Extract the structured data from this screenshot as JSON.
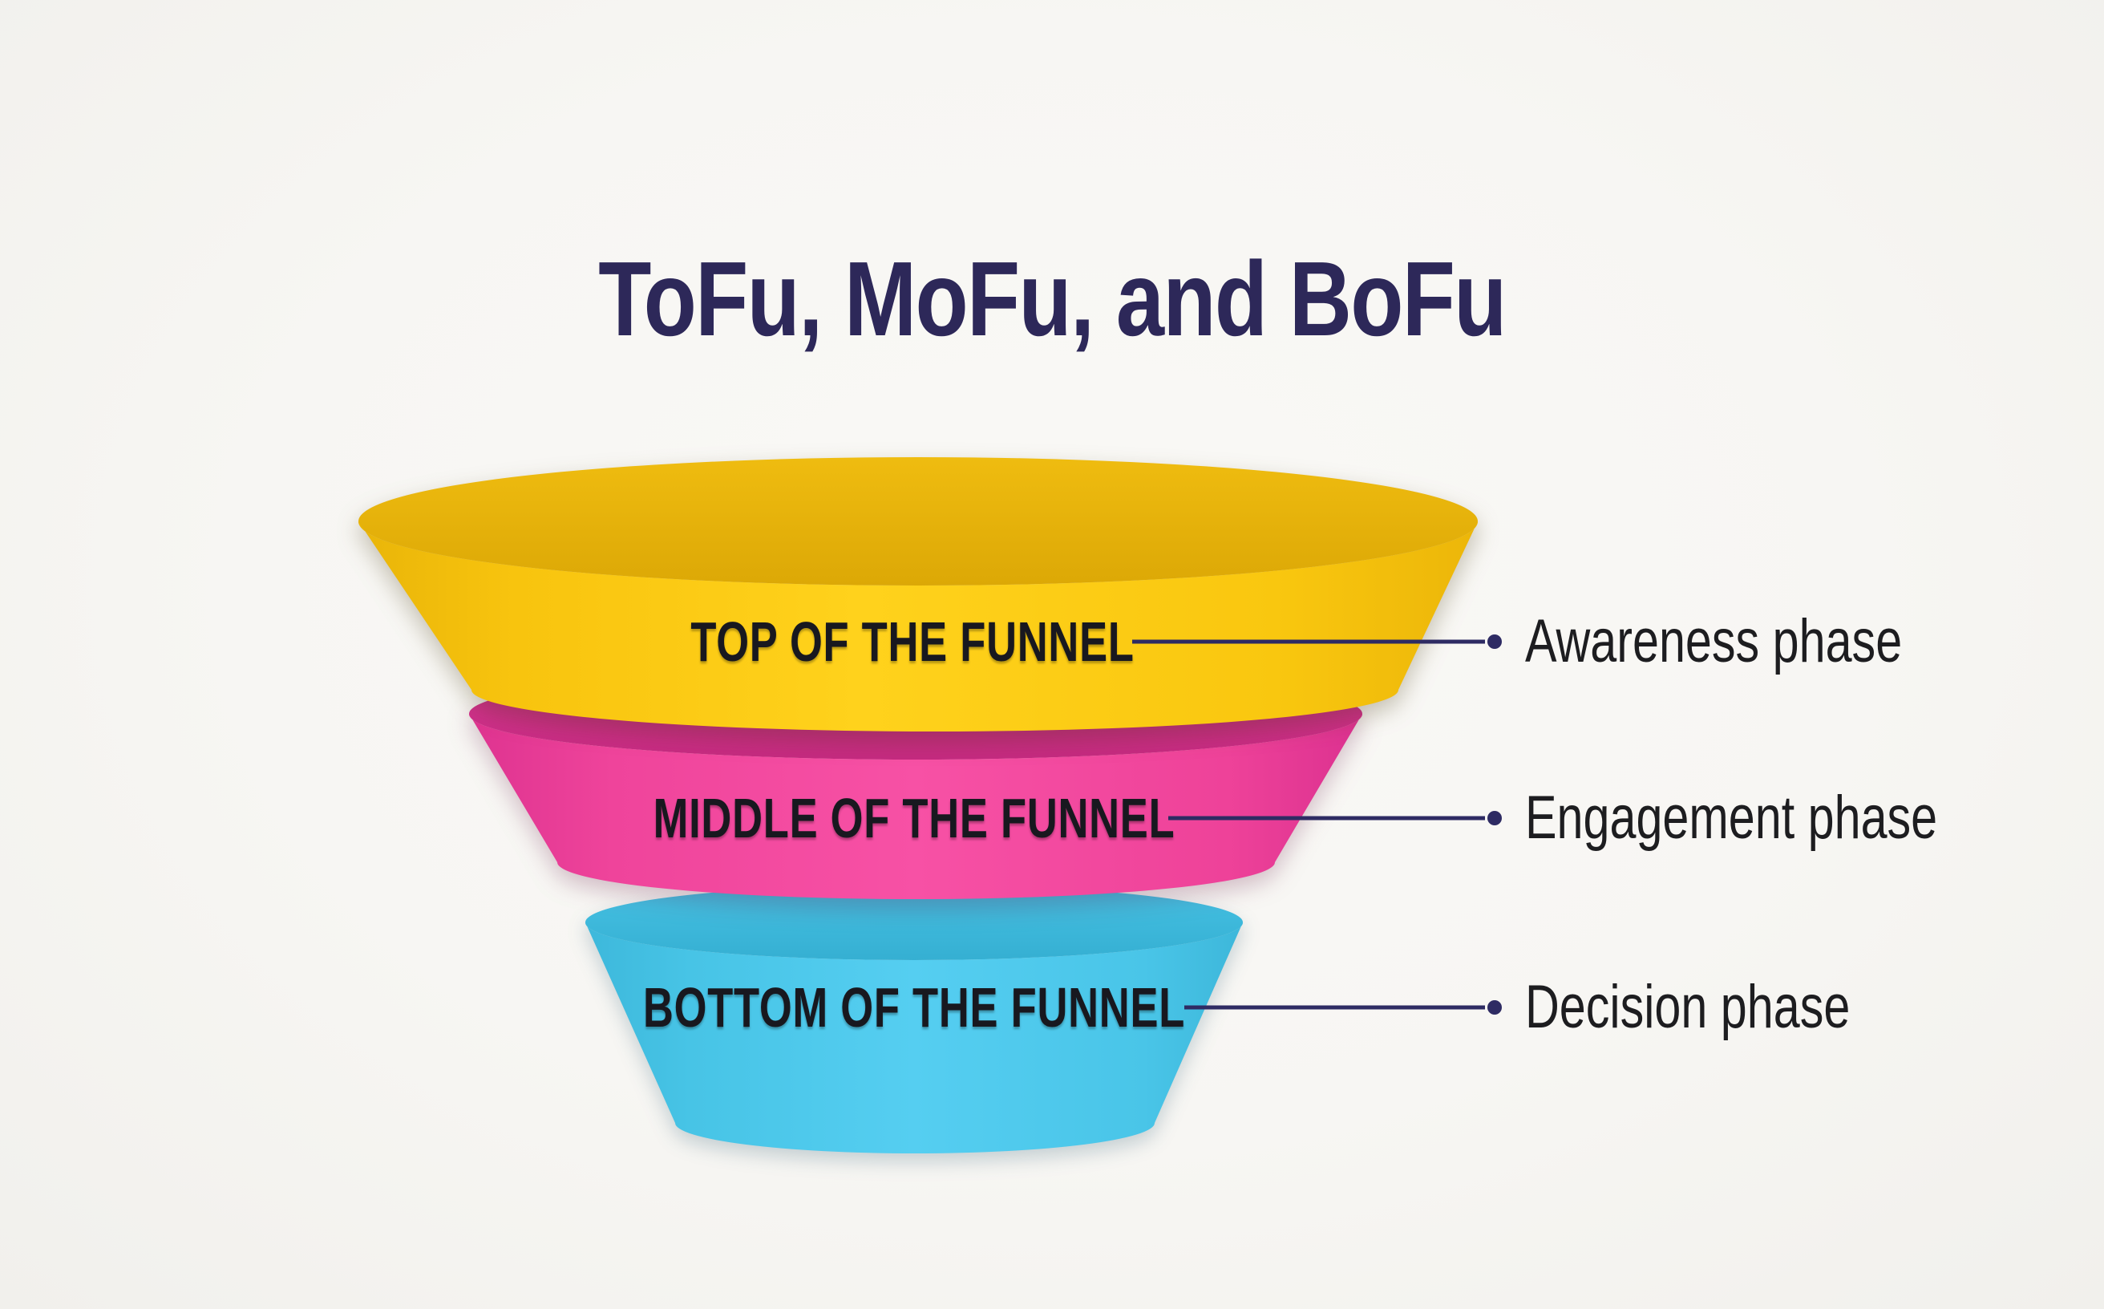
{
  "title": "ToFu, MoFu, and BoFu",
  "funnel": {
    "stages": [
      {
        "id": "tofu",
        "label": "TOP OF THE FUNNEL",
        "phase": "Awareness phase",
        "body_color": "#fcca12",
        "rim_color": "#e6b209"
      },
      {
        "id": "mofu",
        "label": "MIDDLE OF THE FUNNEL",
        "phase": "Engagement phase",
        "body_color": "#f2489e",
        "rim_color": "#d02e88"
      },
      {
        "id": "bofu",
        "label": "BOTTOM OF THE FUNNEL",
        "phase": "Decision phase",
        "body_color": "#49c6e8",
        "rim_color": "#3ab6d9"
      }
    ]
  },
  "colors": {
    "background": "#f7f6f3",
    "title_text": "#2d2859",
    "connector": "#2e2b63",
    "stage_label_text": "#18181f",
    "phase_label_text": "#1d1d20"
  }
}
